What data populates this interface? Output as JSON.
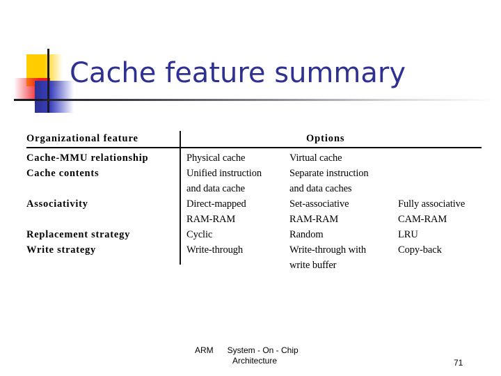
{
  "slide": {
    "title": "Cache feature summary",
    "title_color": "#2E3192"
  },
  "logo": {
    "yellow": "#FFCC00",
    "red": "#ED1C24",
    "blue": "#2E3192",
    "cross": "#1a1a20"
  },
  "table": {
    "headers": {
      "left": "Organizational feature",
      "right": "Options"
    },
    "rows": [
      {
        "label": "Cache-MMU relationship",
        "options": [
          "Physical cache",
          "Virtual cache",
          ""
        ]
      },
      {
        "label": "Cache contents",
        "options": [
          "Unified instruction",
          "Separate instruction",
          ""
        ]
      },
      {
        "label": "",
        "options": [
          "and data cache",
          "and data caches",
          ""
        ]
      },
      {
        "label": "Associativity",
        "options": [
          "Direct-mapped",
          "Set-associative",
          "Fully associative"
        ]
      },
      {
        "label": "",
        "options": [
          "RAM-RAM",
          "RAM-RAM",
          "CAM-RAM"
        ]
      },
      {
        "label": "Replacement strategy",
        "options": [
          "Cyclic",
          "Random",
          "LRU"
        ]
      },
      {
        "label": "Write strategy",
        "options": [
          "Write-through",
          "Write-through with",
          "Copy-back"
        ]
      },
      {
        "label": "",
        "options": [
          "",
          "write buffer",
          ""
        ]
      }
    ]
  },
  "footer": {
    "line1": "ARM      System - On - Chip",
    "line2": "Architecture",
    "page_number": "71"
  }
}
